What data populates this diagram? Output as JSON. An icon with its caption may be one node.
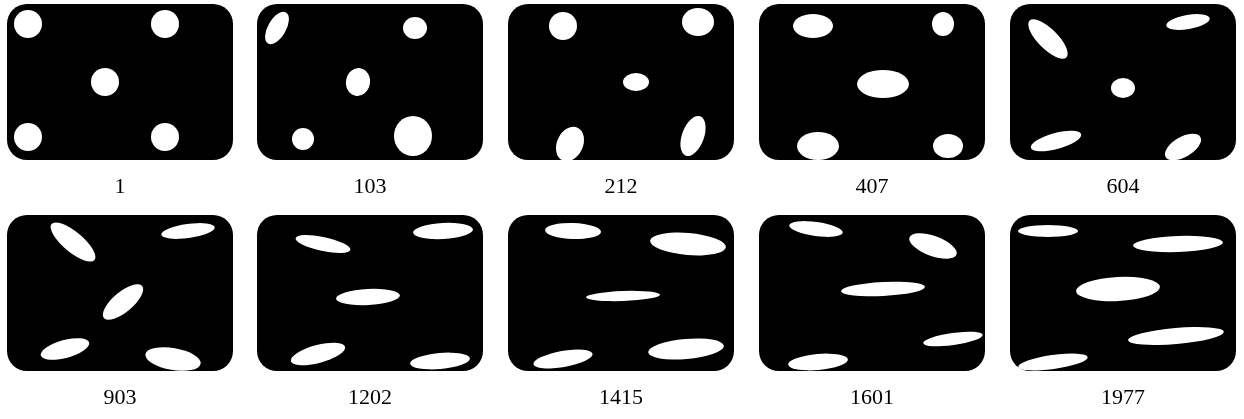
{
  "diagram": {
    "labels": [
      "1",
      "103",
      "212",
      "407",
      "604",
      "903",
      "1202",
      "1415",
      "1601",
      "1977"
    ]
  }
}
